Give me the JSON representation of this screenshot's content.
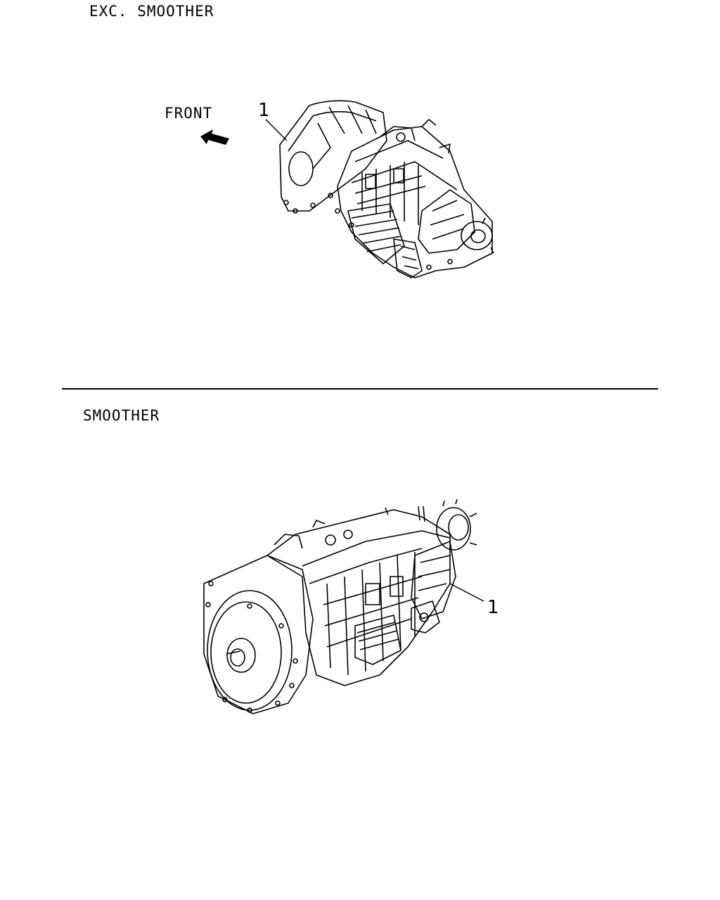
{
  "sections": [
    {
      "heading": "EXC. SMOOTHER",
      "direction_label": "FRONT",
      "callout": "1"
    },
    {
      "heading": "SMOOTHER",
      "callout": "1"
    }
  ]
}
